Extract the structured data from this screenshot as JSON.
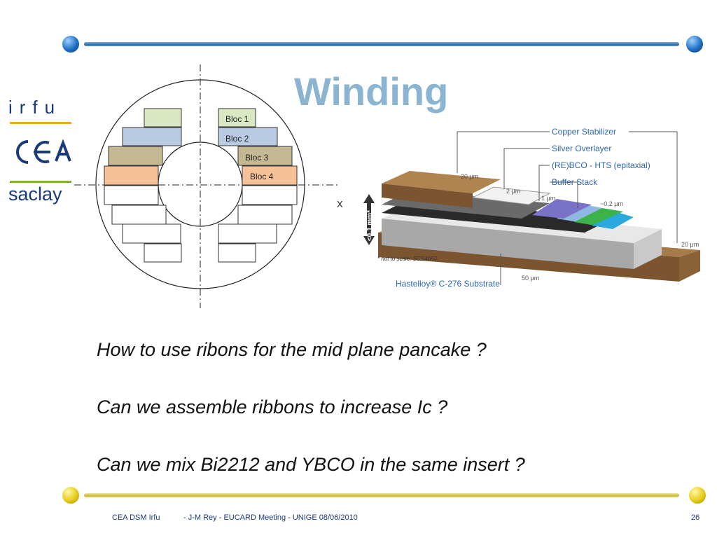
{
  "slide": {
    "title": "Winding",
    "questions": [
      "How to use ribons for the mid plane pancake ?",
      "Can we assemble ribbons to increase Ic ?",
      "Can we mix Bi2212 and YBCO in the same insert ?"
    ],
    "footer": {
      "org": "CEA DSM Irfu",
      "meeting": "- J-M Rey - EUCARD Meeting  - UNIGE 08/06/2010",
      "page": "26"
    }
  },
  "logo": {
    "irfu": "irfu",
    "saclay": "saclay"
  },
  "cross_section": {
    "blocks": [
      "Bloc 1",
      "Bloc 2",
      "Bloc 3",
      "Bloc 4"
    ],
    "axis_label": "X",
    "colors": {
      "bloc1": "#d9e7c3",
      "bloc2": "#b8cbe2",
      "bloc3": "#c5b993",
      "bloc4": "#f7c198"
    }
  },
  "tape": {
    "layers": [
      "Copper Stabilizer",
      "Silver Overlayer",
      "(RE)BCO - HTS (epitaxial)",
      "Buffer Stack",
      "Hastelloy® C-276 Substrate"
    ],
    "dimensions": [
      "20 μm",
      "2 μm",
      "1 μm",
      "~0.2 μm",
      "20 μm",
      "50 μm"
    ],
    "thickness_label": "<0.1 mm*",
    "note": "* not to scale; SCS4050"
  }
}
